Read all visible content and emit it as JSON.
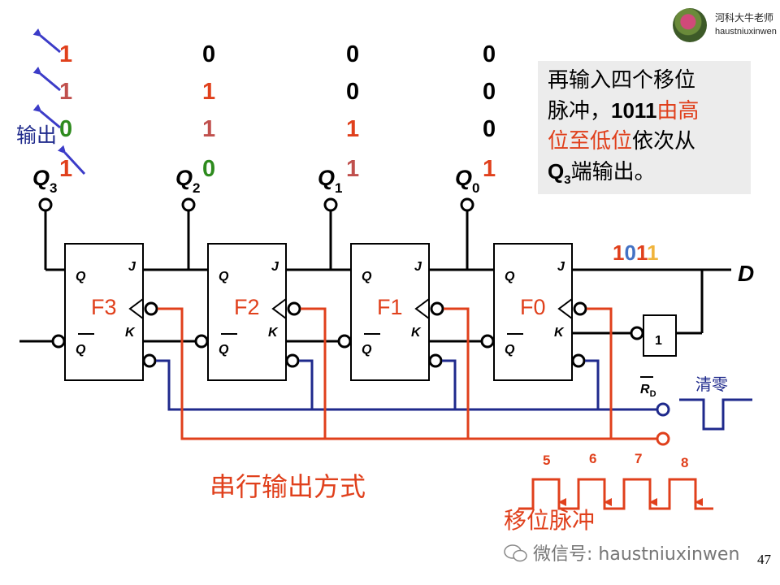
{
  "brand": {
    "title": "河科大牛老师",
    "subtitle": "haustniuxinwen"
  },
  "output_label": "输出",
  "bit_rows": [
    {
      "bits": [
        "1",
        "0",
        "0",
        "0"
      ],
      "colors": [
        "#e0401c",
        "#000000",
        "#000000",
        "#000000"
      ]
    },
    {
      "bits": [
        "1",
        "1",
        "0",
        "0"
      ],
      "colors": [
        "#c0504d",
        "#e0401c",
        "#000000",
        "#000000"
      ]
    },
    {
      "bits": [
        "0",
        "1",
        "1",
        "0"
      ],
      "colors": [
        "#2e8b1e",
        "#c0504d",
        "#e0401c",
        "#000000"
      ]
    },
    {
      "bits": [
        "1",
        "0",
        "1",
        "1"
      ],
      "colors": [
        "#e0401c",
        "#2e8b1e",
        "#c0504d",
        "#e0401c"
      ]
    }
  ],
  "q_labels": [
    {
      "main": "Q",
      "sub": "3"
    },
    {
      "main": "Q",
      "sub": "2"
    },
    {
      "main": "Q",
      "sub": "1"
    },
    {
      "main": "Q",
      "sub": "0"
    }
  ],
  "note": {
    "line1": "再输入四个移位",
    "line2a": "脉冲，",
    "line2b": "1011",
    "line2c": "由高",
    "line3a": "位至低位",
    "line3b": "依次从",
    "line4a": "Q",
    "line4sub": "3",
    "line4b": "端输出。"
  },
  "input_data": {
    "label": "1011",
    "digit_colors": [
      "#e0401c",
      "#4472c4",
      "#e0401c",
      "#f0b43c"
    ]
  },
  "d_label": "D",
  "flip_flops": [
    {
      "name": "F3",
      "q": "Q",
      "qbar": "Q",
      "j": "J",
      "k": "K"
    },
    {
      "name": "F2",
      "q": "Q",
      "qbar": "Q",
      "j": "J",
      "k": "K"
    },
    {
      "name": "F1",
      "q": "Q",
      "qbar": "Q",
      "j": "J",
      "k": "K"
    },
    {
      "name": "F0",
      "q": "Q",
      "qbar": "Q",
      "j": "J",
      "k": "K"
    }
  ],
  "inverter_label": "1",
  "rd_label": {
    "main": "R",
    "sub": "D"
  },
  "clear_label": "清零",
  "mode_label": "串行输出方式",
  "pulse_numbers": [
    "5",
    "6",
    "7",
    "8"
  ],
  "shift_pulse_label": "移位脉冲",
  "watermark": "微信号: haustniuxinwen",
  "page_number": "47",
  "colors": {
    "red": "#e0401c",
    "blue": "#1f2a8c",
    "arrow_blue": "#3c3cc8",
    "dark_red": "#c0504d",
    "green": "#2e8b1e"
  }
}
